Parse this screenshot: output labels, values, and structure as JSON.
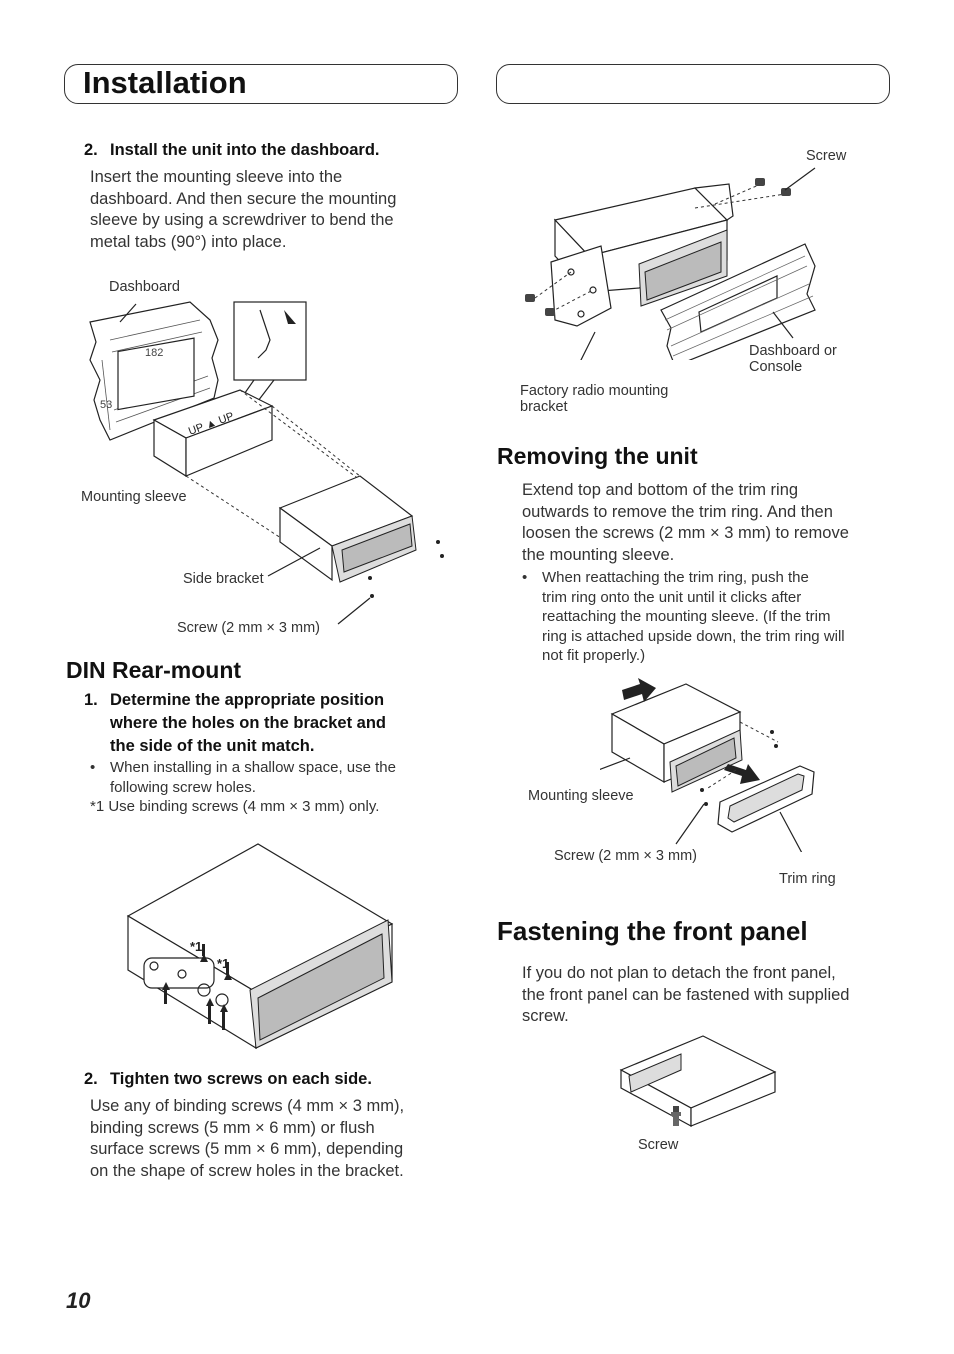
{
  "header": {
    "title": "Installation"
  },
  "left": {
    "step2_install": {
      "num": "2.",
      "title": "Install the unit into the dashboard.",
      "body": [
        "Insert the mounting sleeve into the",
        "dashboard. And then secure the mounting",
        "sleeve by using a screwdriver to bend the",
        "metal tabs (90°) into place."
      ]
    },
    "fig1": {
      "dashboard": "Dashboard",
      "dim_182": "182",
      "dim_53": "53",
      "mounting_sleeve": "Mounting sleeve",
      "side_bracket": "Side bracket",
      "screw": "Screw (2 mm × 3 mm)"
    },
    "din_rear": {
      "heading": "DIN Rear-mount",
      "step1_num": "1.",
      "step1": [
        "Determine the appropriate position",
        "where the holes on the bracket and",
        "the side of the unit match."
      ],
      "bullet": [
        "When installing in a shallow space, use the",
        "following screw holes."
      ],
      "note": "*1 Use binding screws (4 mm × 3 mm) only.",
      "mark1": "*1",
      "mark2": "*1",
      "step2_num": "2.",
      "step2": "Tighten two screws on each side.",
      "step2_body": [
        "Use any of binding screws (4 mm × 3 mm),",
        "binding screws (5 mm × 6 mm) or flush",
        "surface screws (5 mm × 6 mm), depending",
        "on the shape of screw holes in the bracket."
      ]
    }
  },
  "right": {
    "fig_top": {
      "screw": "Screw",
      "dashboard_console": [
        "Dashboard or",
        "Console"
      ],
      "factory_bracket": [
        "Factory radio mounting",
        "bracket"
      ]
    },
    "removing": {
      "heading": "Removing the unit",
      "body": [
        "Extend top and bottom of the trim ring",
        "outwards to remove the trim ring. And then",
        "loosen the screws (2 mm × 3 mm) to remove",
        "the mounting sleeve."
      ],
      "bullet": [
        "When reattaching the trim ring, push the",
        "trim ring onto the unit until it clicks after",
        "reattaching the mounting sleeve. (If the trim",
        "ring is attached upside down, the trim ring will",
        "not fit properly.)"
      ],
      "mounting_sleeve": "Mounting sleeve",
      "screw": "Screw (2 mm × 3 mm)",
      "trim_ring": "Trim ring"
    },
    "fastening": {
      "heading": "Fastening the front panel",
      "body": [
        "If you do not plan to detach the front panel,",
        "the front panel can be fastened with supplied",
        "screw."
      ],
      "screw": "Screw"
    }
  },
  "page_number": "10"
}
